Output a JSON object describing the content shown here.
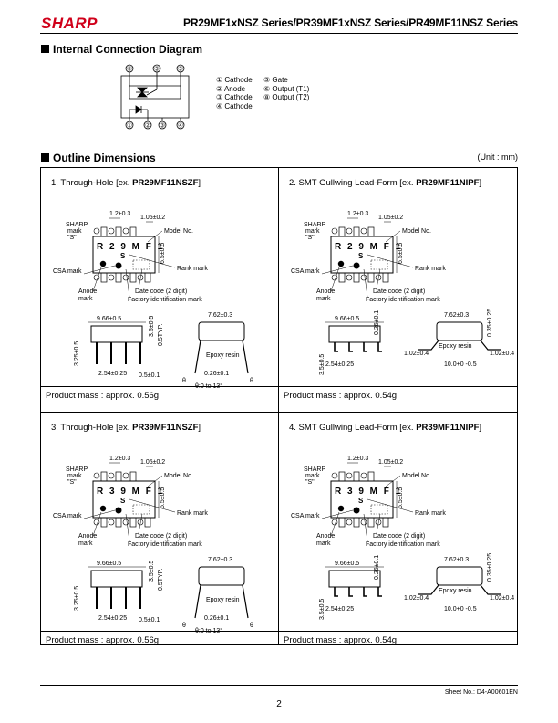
{
  "header": {
    "logo": "SHARP",
    "series": "PR29MF1xNSZ Series/PR39MF1xNSZ Series/PR49MF11NSZ Series"
  },
  "sections": {
    "internal": "Internal Connection Diagram",
    "outline": "Outline Dimensions",
    "unit": "(Unit : mm)"
  },
  "diagram": {
    "top_pins": [
      "⑥",
      "⑤",
      "⑤"
    ],
    "bottom_pins": [
      "①",
      "②",
      "③",
      "④"
    ]
  },
  "pin_legend": [
    {
      "num": "①",
      "name": "Cathode"
    },
    {
      "num": "②",
      "name": "Anode"
    },
    {
      "num": "③",
      "name": "Cathode"
    },
    {
      "num": "④",
      "name": "Cathode"
    },
    {
      "num": "⑤",
      "name": "Gate"
    },
    {
      "num": "⑥",
      "name": "Output (T1)"
    },
    {
      "num": "⑧",
      "name": "Output (T2)"
    }
  ],
  "panels": [
    {
      "prefix": "1. Through-Hole [ex. ",
      "part": "PR29MF11NSZF",
      "suffix": "]",
      "mark": "R 2 9 M F 1",
      "kind": "th",
      "mass": "Product mass : approx. 0.56g"
    },
    {
      "prefix": "2. SMT Gullwing Lead-Form [ex. ",
      "part": "PR29MF11NIPF",
      "suffix": "]",
      "mark": "R 2 9 M F 1",
      "kind": "smt",
      "mass": "Product mass : approx. 0.54g"
    },
    {
      "prefix": "3. Through-Hole [ex. ",
      "part": "PR39MF11NSZF",
      "suffix": "]",
      "mark": "R 3 9 M F 1",
      "kind": "th",
      "mass": "Product mass : approx. 0.56g"
    },
    {
      "prefix": "4. SMT Gullwing Lead-Form [ex. ",
      "part": "PR39MF11NIPF",
      "suffix": "]",
      "mark": "R 3 9 M F 1",
      "kind": "smt",
      "mass": "Product mass : approx. 0.54g"
    }
  ],
  "labels": {
    "sharp_mark": [
      "SHARP",
      "mark",
      "\"S\""
    ],
    "model_no": "Model No.",
    "rank_mark": "Rank mark",
    "csa_mark": "CSA mark",
    "anode_mark": [
      "Anode",
      "mark"
    ],
    "date_code": "Date code (2 digit)",
    "factory_id": "Factory identification mark",
    "epoxy": "Epoxy resin",
    "theta": "θ",
    "theta_range": "θ:0 to 13°",
    "dims": {
      "d12": "1.2±0.3",
      "d105": "1.05±0.2",
      "d966": "9.66±0.5",
      "d762": "7.62±0.3",
      "d65": "6.5±0.5",
      "d35": "3.5±0.5",
      "d325": "3.25±0.5",
      "d254": "2.54±0.25",
      "d05": "0.5±0.1",
      "d05typ": "0.5TYP.",
      "d026": "0.26±0.1",
      "d035": "0.35±0.25",
      "d102": "1.02±0.4",
      "d1002": "10.0+0 -0.5",
      "d35b": "3.5±0.5"
    }
  },
  "footer": {
    "sheet": "Sheet No.: D4-A00601EN",
    "page": "2"
  }
}
